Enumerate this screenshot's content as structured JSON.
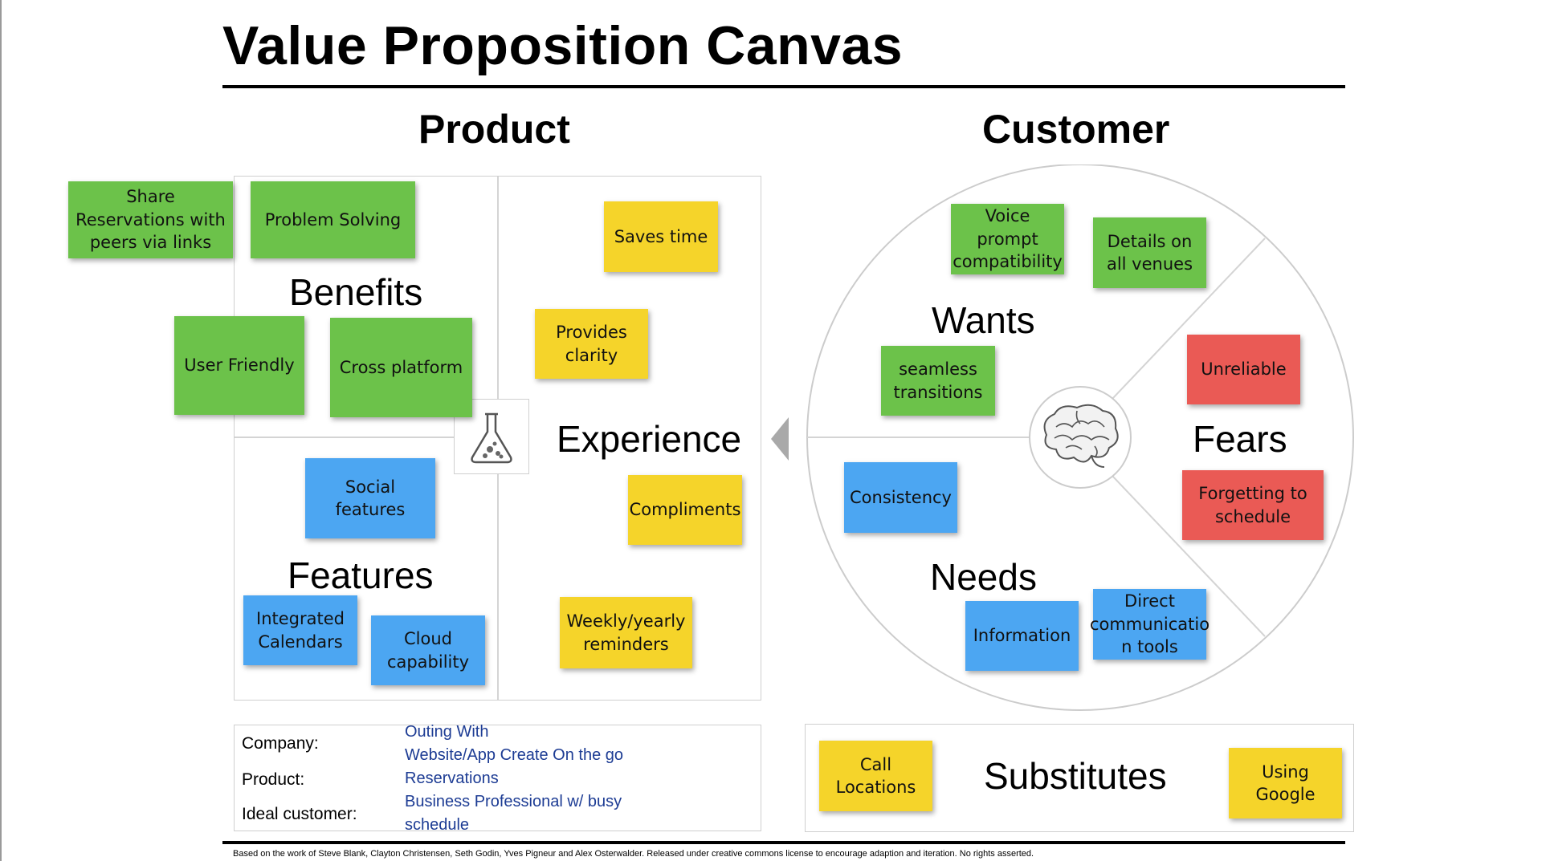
{
  "title": "Value Proposition Canvas",
  "product": {
    "heading": "Product",
    "benefits_label": "Benefits",
    "experience_label": "Experience",
    "features_label": "Features",
    "notes": {
      "share_reservations": "Share Reservations with peers via links",
      "problem_solving": "Problem Solving",
      "user_friendly": "User Friendly",
      "cross_platform": "Cross platform",
      "saves_time": "Saves time",
      "provides_clarity": "Provides clarity",
      "compliments": "Compliments",
      "weekly_reminders": "Weekly/yearly reminders",
      "social_features": "Social features",
      "integrated_calendars": "Integrated Calendars",
      "cloud_capability": "Cloud capability"
    }
  },
  "customer": {
    "heading": "Customer",
    "wants_label": "Wants",
    "fears_label": "Fears",
    "needs_label": "Needs",
    "notes": {
      "voice_prompt": "Voice  prompt compatibility",
      "details_venues": "Details on all venues",
      "seamless_transitions": "seamless transitions",
      "unreliable": "Unreliable",
      "forgetting_schedule": "Forgetting to schedule",
      "consistency": "Consistency",
      "information": "Information",
      "direct_communication": "Direct communicatio n tools"
    }
  },
  "info": {
    "company_label": "Company:",
    "product_label": "Product:",
    "customer_label": "Ideal customer:",
    "line1": "Outing With",
    "line2": "Website/App Create On the go",
    "line3": "Reservations",
    "line4": "Business Professional w/ busy",
    "line5": "schedule"
  },
  "substitutes": {
    "label": "Substitutes",
    "call_locations": "Call Locations",
    "using_google": "Using Google"
  },
  "footer": "Based on the work of Steve Blank, Clayton Christensen, Seth Godin, Yves Pigneur and Alex Osterwalder. Released under creative commons license to encourage adaption and iteration. No rights asserted.",
  "icons": [
    "flask-icon",
    "brain-icon",
    "arrow-left-icon"
  ],
  "colors": {
    "green_note": "#6cc24a",
    "yellow_note": "#f5d42a",
    "blue_note": "#4ca6f2",
    "red_note": "#ea5a55",
    "info_text": "#1d3c94"
  }
}
